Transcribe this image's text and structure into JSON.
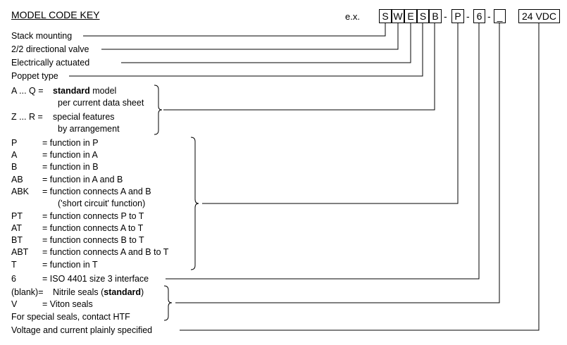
{
  "title": "MODEL CODE KEY",
  "example_label": "e.x.",
  "code": {
    "s": "S",
    "w": "W",
    "e": "E",
    "s2": "S",
    "b": "B",
    "p": "P",
    "six": "6",
    "blank": "_",
    "voltage": "24 VDC",
    "dash": "-"
  },
  "rows": {
    "stack": "Stack mounting",
    "valve": "2/2 directional valve",
    "electric": "Electrically actuated",
    "poppet": "Poppet type"
  },
  "series": {
    "aq_code": "A ... Q =",
    "aq_bold": "standard",
    "aq_rest": " model",
    "aq_line2": "per current data sheet",
    "zr_code": "Z ... R =",
    "zr_line1": "special features",
    "zr_line2": "by arrangement"
  },
  "functions": [
    {
      "code": "P",
      "desc": "= function in P"
    },
    {
      "code": "A",
      "desc": "= function in A"
    },
    {
      "code": "B",
      "desc": "= function in B"
    },
    {
      "code": "AB",
      "desc": "= function in A and B"
    },
    {
      "code": "ABK",
      "desc": "= function connects A and B"
    },
    {
      "code": "",
      "desc": "('short circuit' function)"
    },
    {
      "code": "PT",
      "desc": "= function connects P  to  T"
    },
    {
      "code": "AT",
      "desc": "= function connects A  to  T"
    },
    {
      "code": "BT",
      "desc": "= function connects B  to  T"
    },
    {
      "code": "ABT",
      "desc": "= function connects A and B  to  T"
    },
    {
      "code": "T",
      "desc": "= function in T"
    }
  ],
  "interface": {
    "code": "6",
    "desc": "= ISO 4401 size 3 interface"
  },
  "seals": {
    "blank_code": "(blank)=",
    "blank_desc": "Nitrile seals (",
    "blank_bold": "standard",
    "blank_end": ")",
    "v_code": "V",
    "v_desc": "= Viton seals",
    "special": "For special seals, contact HTF"
  },
  "voltage_note": "Voltage and current plainly specified"
}
